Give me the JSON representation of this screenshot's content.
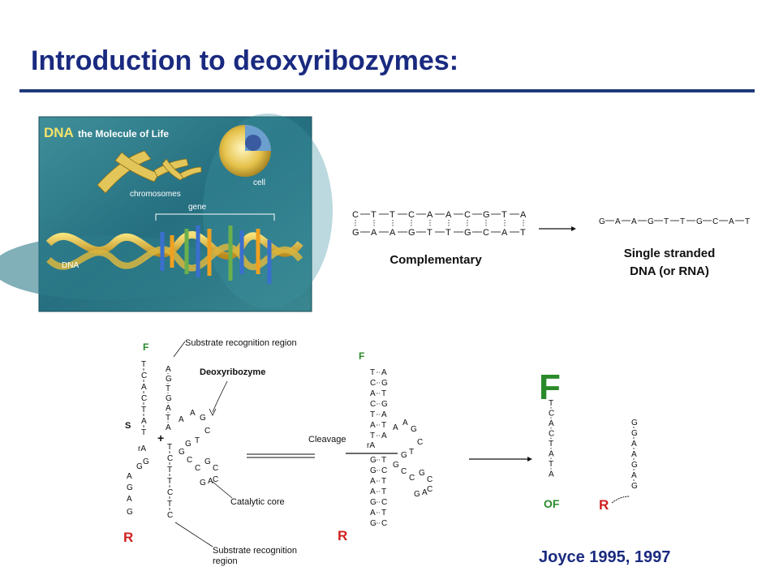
{
  "slide": {
    "title": "Introduction to deoxyribozymes:",
    "credit": "Joyce 1995, 1997"
  },
  "dna_image": {
    "heading_bold": "DNA",
    "heading_rest": " the Molecule of Life",
    "label_chromosomes": "chromosomes",
    "label_cell": "cell",
    "label_gene": "gene",
    "label_dna": "DNA"
  },
  "duplex": {
    "top_strand": [
      "C",
      "T",
      "T",
      "C",
      "A",
      "A",
      "C",
      "G",
      "T",
      "A"
    ],
    "bottom_strand": [
      "G",
      "A",
      "A",
      "G",
      "T",
      "T",
      "G",
      "C",
      "A",
      "T"
    ],
    "label": "Complementary"
  },
  "single_strand": {
    "sequence": [
      "G",
      "A",
      "A",
      "G",
      "T",
      "T",
      "G",
      "C",
      "A",
      "T"
    ],
    "label_line1": "Single stranded",
    "label_line2": "DNA (or RNA)"
  },
  "mechanism": {
    "label_F": "F",
    "label_R": "R",
    "label_S": "S",
    "label_rA": "rA",
    "label_plus": "+",
    "label_OF": "OF",
    "substrate_left": [
      "T",
      "C",
      "A",
      "C",
      "T",
      "A",
      "T"
    ],
    "substrate_right_tail": [
      "G",
      "A",
      "G",
      "A",
      "G"
    ],
    "enzyme_arm": [
      "A",
      "G",
      "T",
      "G",
      "A",
      "T",
      "A"
    ],
    "enzyme_lower": [
      "T",
      "C",
      "T",
      "T",
      "C",
      "T",
      "C"
    ],
    "loop": [
      "A",
      "A",
      "G",
      "C",
      "T",
      "G",
      "G",
      "C",
      "C",
      "G",
      "C",
      "A",
      "G",
      "C"
    ],
    "ann_substrate": "Substrate recognition region",
    "ann_deoxyribozyme": "Deoxyribozyme",
    "ann_catalytic": "Catalytic core",
    "ann_substrate2_line1": "Substrate recognition",
    "ann_substrate2_line2": "region",
    "ann_cleavage": "Cleavage",
    "middle_pairs_top": [
      [
        "T",
        "A"
      ],
      [
        "C",
        "G"
      ],
      [
        "A",
        "T"
      ],
      [
        "C",
        "G"
      ],
      [
        "T",
        "A"
      ],
      [
        "A",
        "T"
      ],
      [
        "T",
        "A"
      ]
    ],
    "middle_pairs_bottom": [
      [
        "G",
        "T"
      ],
      [
        "G",
        "C"
      ],
      [
        "A",
        "T"
      ],
      [
        "A",
        "T"
      ],
      [
        "G",
        "C"
      ],
      [
        "A",
        "T"
      ],
      [
        "G",
        "C"
      ]
    ],
    "product_F_strand": [
      "T",
      "C",
      "A",
      "C",
      "T",
      "A",
      "T",
      "A"
    ],
    "product_R_strand": [
      "G",
      "G",
      "A",
      "A",
      "G",
      "A",
      "G"
    ]
  }
}
